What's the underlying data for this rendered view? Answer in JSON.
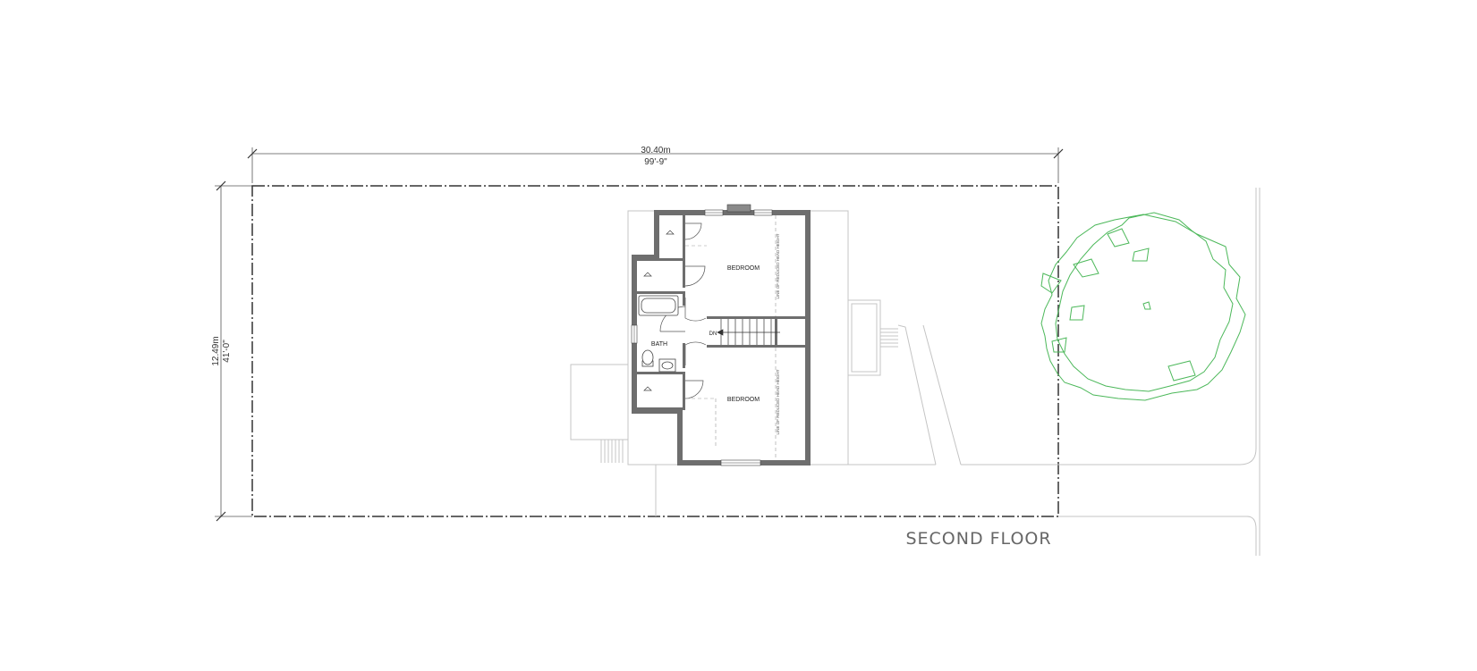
{
  "dimensions": {
    "width_metric": "30.40m",
    "width_imperial": "99'-9\"",
    "depth_metric": "12.49m",
    "depth_imperial": "41'-0\""
  },
  "rooms": {
    "bedroom_top": "BEDROOM",
    "bedroom_bottom": "BEDROOM",
    "bath": "BATH",
    "stair_direction": "DN"
  },
  "notes": {
    "reduced_head_height_top": "LINE OF REDUCED HEAD HEIGHT",
    "reduced_head_height_bottom": "LINE OF REDUCED HEAD HEIGHT"
  },
  "title": "SECOND FLOOR",
  "colors": {
    "wall": "#6e6e6e",
    "tree": "#4cb85a",
    "lot_line": "#333333",
    "context": "#c4c4c4"
  }
}
